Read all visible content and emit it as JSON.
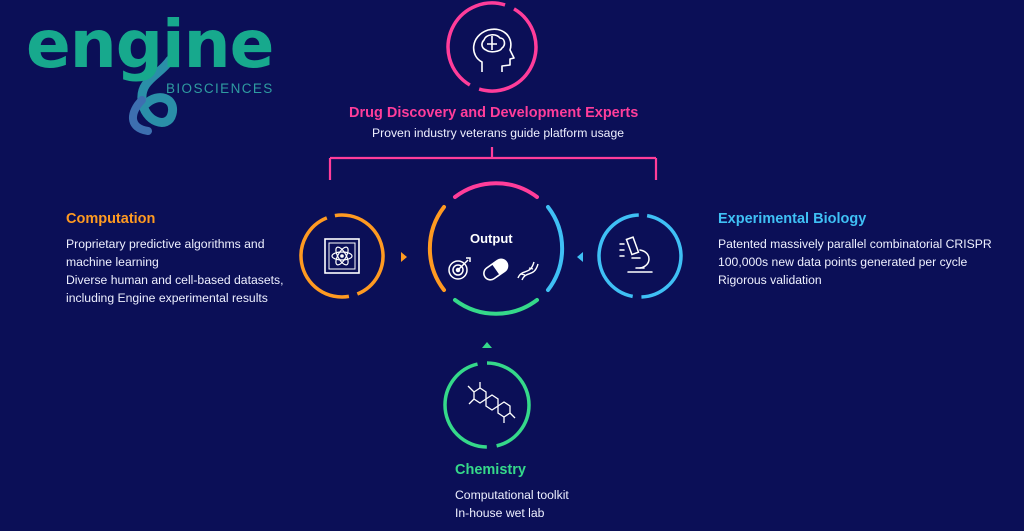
{
  "logo": {
    "wordmark": "engine",
    "subtitle": "BIOSCIENCES",
    "color": "#17a98d"
  },
  "center": {
    "label": "Output",
    "icons": [
      "target-icon",
      "pill-icon",
      "dna-icon"
    ]
  },
  "drug_discovery": {
    "title": "Drug Discovery and Development Experts",
    "lines": [
      "Proven industry veterans guide platform usage"
    ],
    "color": "#ff3d9a",
    "icon": "brain-head-icon"
  },
  "computation": {
    "title": "Computation",
    "lines": [
      "Proprietary predictive algorithms and",
      "machine learning",
      "Diverse human and cell-based datasets,",
      "including Engine experimental results"
    ],
    "color": "#ff9a21",
    "icon": "atom-chip-icon"
  },
  "experimental_biology": {
    "title": "Experimental Biology",
    "lines": [
      "Patented massively parallel combinatorial CRISPR",
      "100,000s new data points generated per cycle",
      "Rigorous validation"
    ],
    "color": "#3fc0f5",
    "icon": "microscope-icon"
  },
  "chemistry": {
    "title": "Chemistry",
    "lines": [
      "Computational toolkit",
      "In-house wet lab"
    ],
    "color": "#35d98a",
    "icon": "molecule-icon"
  },
  "background": "#0b0f57"
}
